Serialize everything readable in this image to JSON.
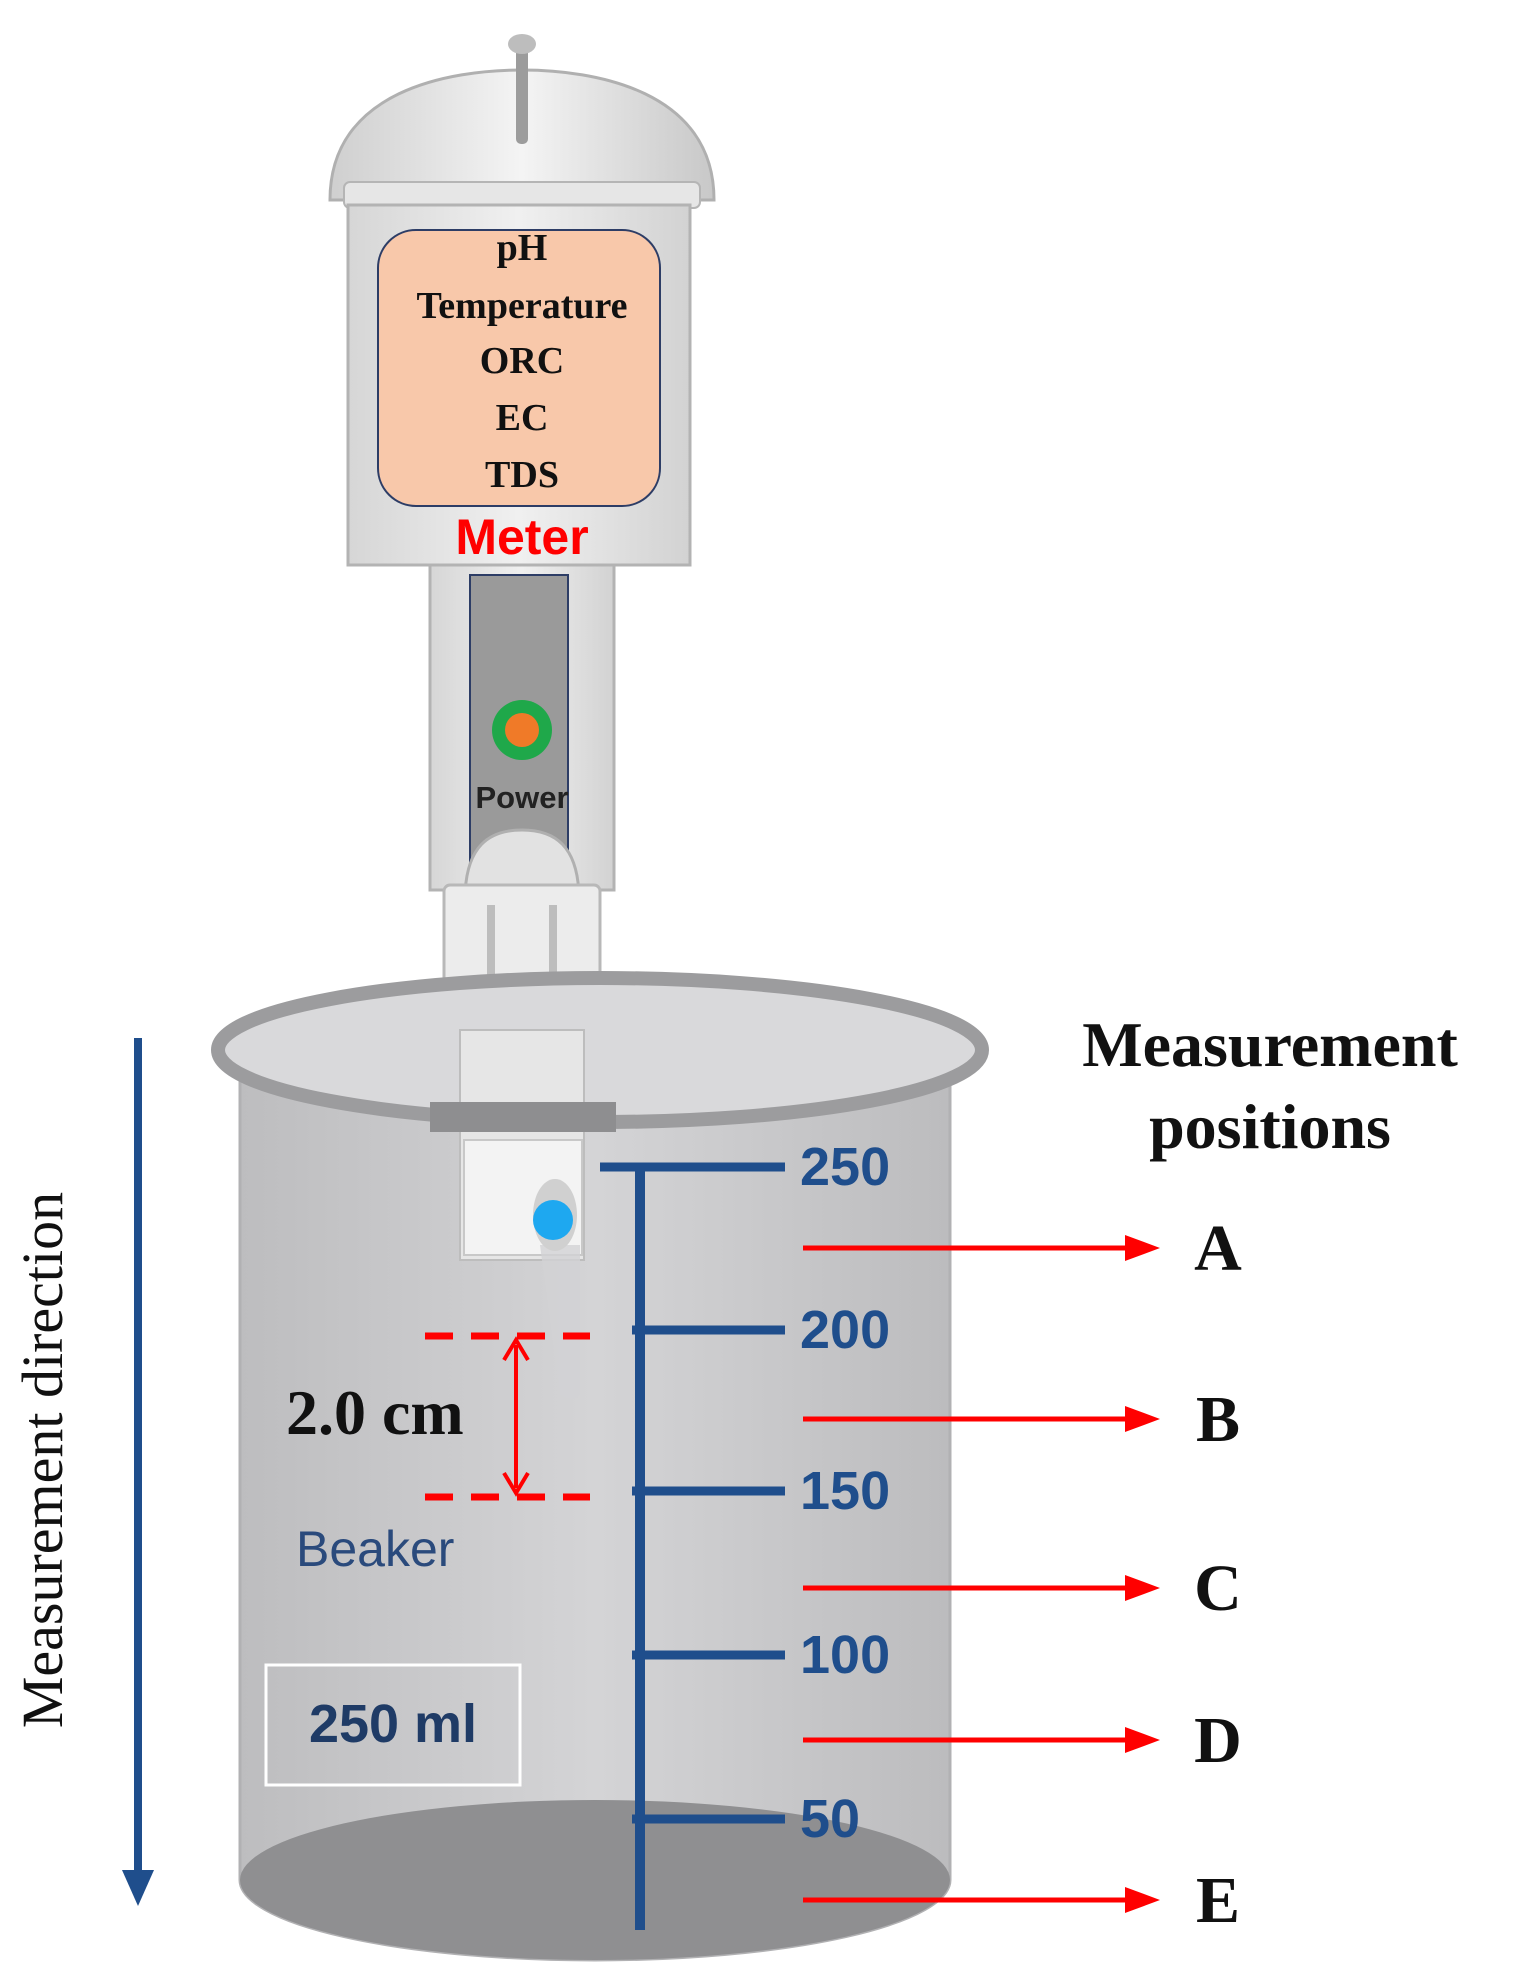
{
  "meter": {
    "readings": [
      "pH",
      "Temperature",
      "ORC",
      "EC",
      "TDS"
    ],
    "label": "Meter",
    "power_label": "Power"
  },
  "beaker": {
    "label": "Beaker",
    "capacity": "250 ml",
    "graduations": [
      "250",
      "200",
      "150",
      "100",
      "50"
    ]
  },
  "probe_gap_label": "2.0 cm",
  "direction_label": "Measurement direction",
  "positions_title": "Measurement positions",
  "positions_title_line1": "Measurement",
  "positions_title_line2": "positions",
  "positions": [
    "A",
    "B",
    "C",
    "D",
    "E"
  ],
  "colors": {
    "scale_blue": "#1f4e8c",
    "arrow_red": "#ff0000",
    "meter_screen": "#f8c8aa",
    "meter_label": "#ff0000",
    "beaker_gray": "#c9c9cb",
    "water_drop": "#1ea8f0",
    "power_ring": "#1fa84a",
    "power_dot": "#f07a28"
  }
}
